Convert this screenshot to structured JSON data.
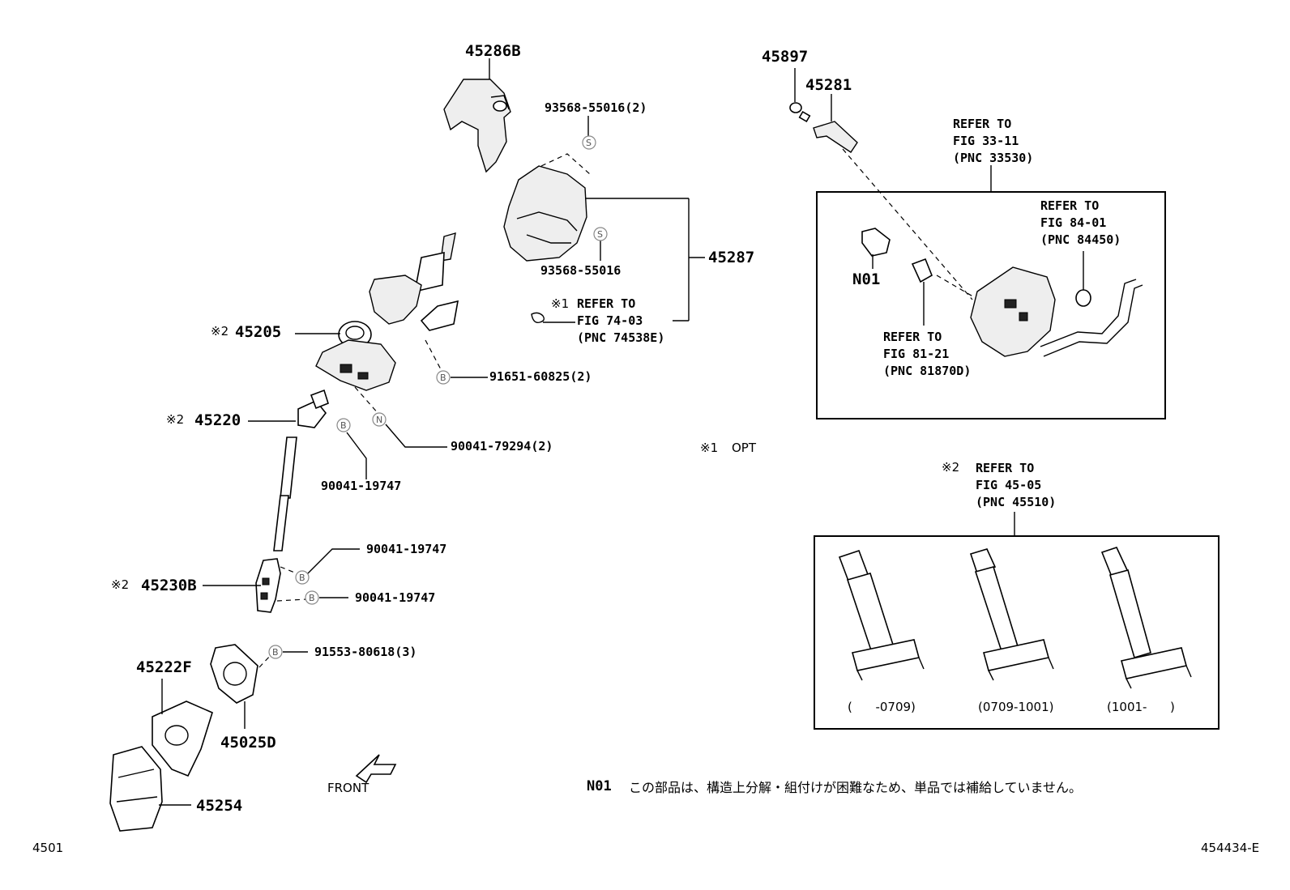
{
  "parts": {
    "p45286b": "45286B",
    "p45287": "45287",
    "p45205": "45205",
    "p45220": "45220",
    "p45230b": "45230B",
    "p45222f": "45222F",
    "p45025d": "45025D",
    "p45254": "45254",
    "p45897": "45897",
    "p45281": "45281",
    "n01": "N01"
  },
  "marks": {
    "opt_mark": "※1",
    "ref_mark": "※2"
  },
  "fasteners": {
    "f1": "93568-55016(2)",
    "f2": "93568-55016",
    "f3": "91651-60825(2)",
    "f4": "90041-79294(2)",
    "f5": "90041-19747",
    "f6": "90041-19747",
    "f7": "90041-19747",
    "f8": "91553-80618(3)"
  },
  "symbols": {
    "s": "S",
    "b": "B",
    "n": "N"
  },
  "refs": {
    "r7403": [
      "REFER TO",
      "FIG 74-03",
      "(PNC 74538E)"
    ],
    "r3311": [
      "REFER TO",
      "FIG 33-11",
      "(PNC 33530)"
    ],
    "r8401": [
      "REFER TO",
      "FIG 84-01",
      "(PNC 84450)"
    ],
    "r8121": [
      "REFER TO",
      "FIG 81-21",
      "(PNC 81870D)"
    ],
    "r4505": [
      "REFER TO",
      "FIG 45-05",
      "(PNC 45510)"
    ]
  },
  "opt_text": "OPT",
  "variants": [
    "(      -0709)",
    "(0709-1001)",
    "(1001-      )"
  ],
  "front_label": "FRONT",
  "note": {
    "code": "N01",
    "text": "この部品は、構造上分解・組付けが困難なため、単品では補給していません。"
  },
  "footer": {
    "left": "4501",
    "right": "454434-E"
  }
}
